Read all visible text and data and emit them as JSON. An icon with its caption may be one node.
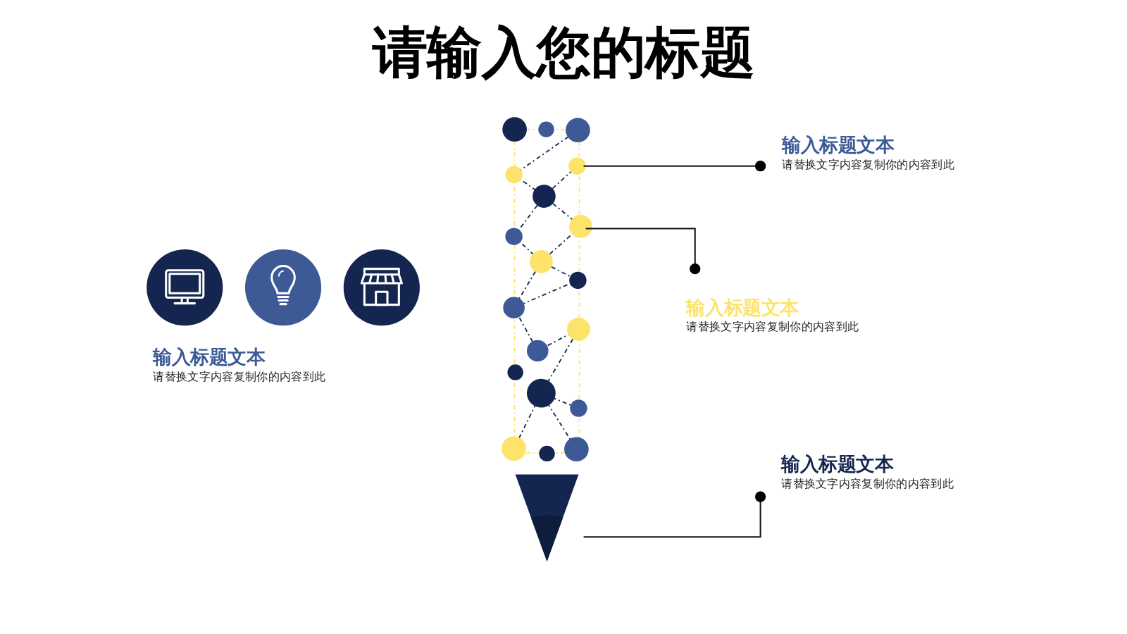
{
  "diagram": {
    "title": "请输入您的标题",
    "nodes": [
      {
        "text": [
          "输入标题文本",
          "请替换文字内容复制你的内容到此"
        ]
      },
      {
        "text": [
          "输入标题文本",
          "请替换文字内容复制你的内容到此"
        ]
      },
      {
        "text": [
          "输入标题文本",
          "请替换文字内容复制你的内容到此"
        ]
      }
    ],
    "edges": [
      {
        "from": 0,
        "to": null,
        "arrow": "other"
      },
      {
        "from": 1,
        "to": null,
        "arrow": "other"
      },
      {
        "from": 2,
        "to": null,
        "arrow": "other"
      }
    ],
    "labels": [
      "输入标题文本",
      "请替换文字内容复制你的内容到此"
    ]
  }
}
